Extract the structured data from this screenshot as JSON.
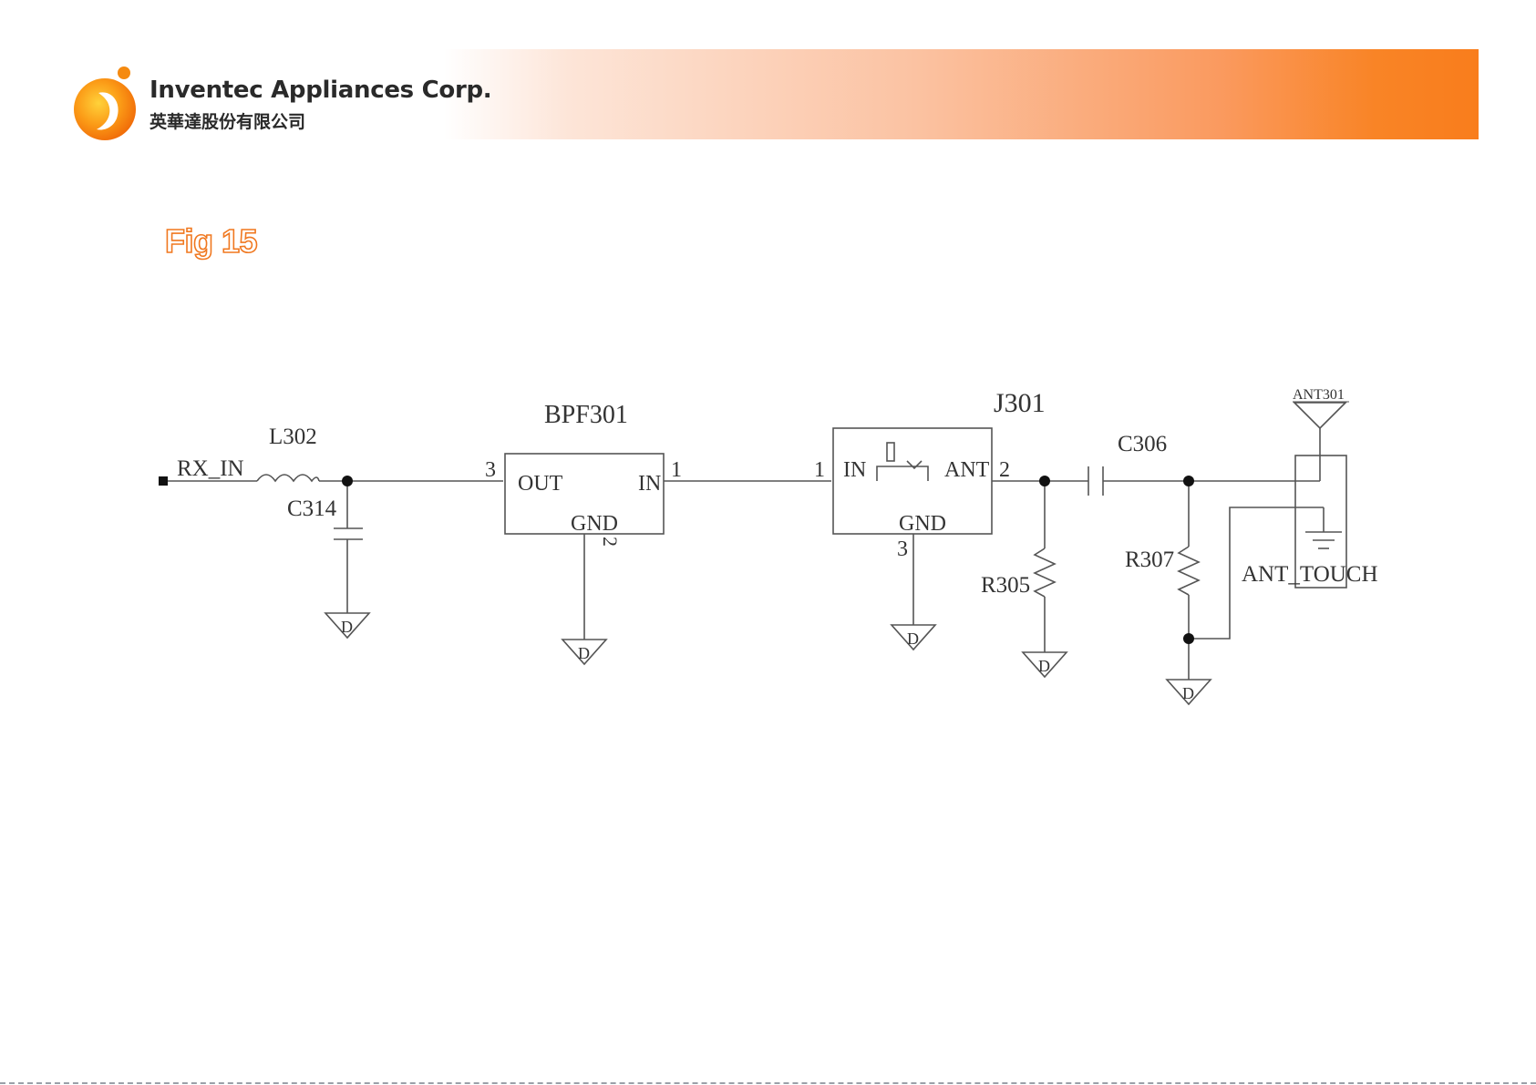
{
  "header": {
    "company_name_en": "Inventec Appliances Corp.",
    "company_name_zh": "英華達股份有限公司",
    "accent_color": "#f97d1c"
  },
  "figure": {
    "title": "Fig 15"
  },
  "schematic": {
    "net_rx_in": "RX_IN",
    "inductor_l302": "L302",
    "capacitor_c314": "C314",
    "filter_bpf301": "BPF301",
    "bpf_pin3": "3",
    "bpf_out": "OUT",
    "bpf_in": "IN",
    "bpf_pin1": "1",
    "bpf_gnd": "GND",
    "bpf_pin2": "2",
    "switch_j301": "J301",
    "j301_pin1": "1",
    "j301_in": "IN",
    "j301_ant": "ANT",
    "j301_pin2": "2",
    "j301_gnd": "GND",
    "j301_pin3": "3",
    "capacitor_c306": "C306",
    "resistor_r305": "R305",
    "resistor_r307": "R307",
    "antenna_ant301": "ANT301",
    "net_ant_touch": "ANT_TOUCH",
    "ground_label": "D"
  }
}
